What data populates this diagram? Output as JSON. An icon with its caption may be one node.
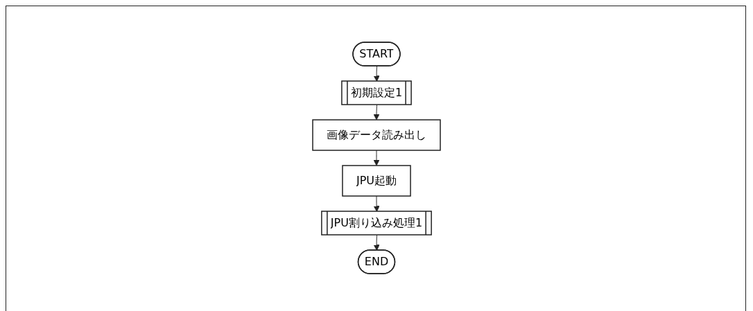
{
  "diagram": {
    "nodes": [
      {
        "text": [
          "START"
        ]
      },
      {
        "text": [
          "初期設定1"
        ]
      },
      {
        "text": [
          "画像データ読み出し"
        ]
      },
      {
        "text": [
          "JPU起動"
        ]
      },
      {
        "text": [
          "JPU割り込み処理1"
        ]
      },
      {
        "text": [
          "END"
        ]
      }
    ],
    "edges": [
      {
        "from": 0,
        "to": 1,
        "arrow": "to"
      },
      {
        "from": 1,
        "to": 2,
        "arrow": "to"
      },
      {
        "from": 2,
        "to": 3,
        "arrow": "to"
      },
      {
        "from": 3,
        "to": 4,
        "arrow": "to"
      },
      {
        "from": 4,
        "to": 5,
        "arrow": "to"
      }
    ]
  }
}
